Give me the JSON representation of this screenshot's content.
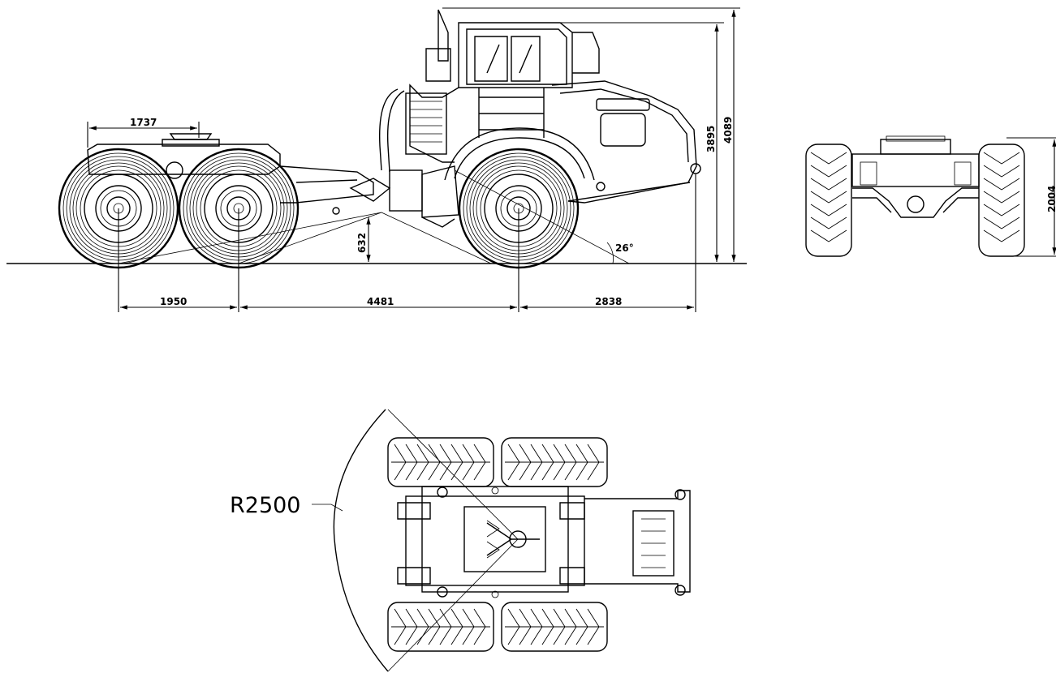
{
  "side_view": {
    "dims": {
      "d1737": "1737",
      "d1950": "1950",
      "d4481": "4481",
      "d2838": "2838",
      "d632": "632",
      "d3895": "3895",
      "d4089": "4089",
      "angle": "26°"
    }
  },
  "rear_view": {
    "dims": {
      "width": "2004"
    }
  },
  "top_view": {
    "radius": "R2500"
  }
}
